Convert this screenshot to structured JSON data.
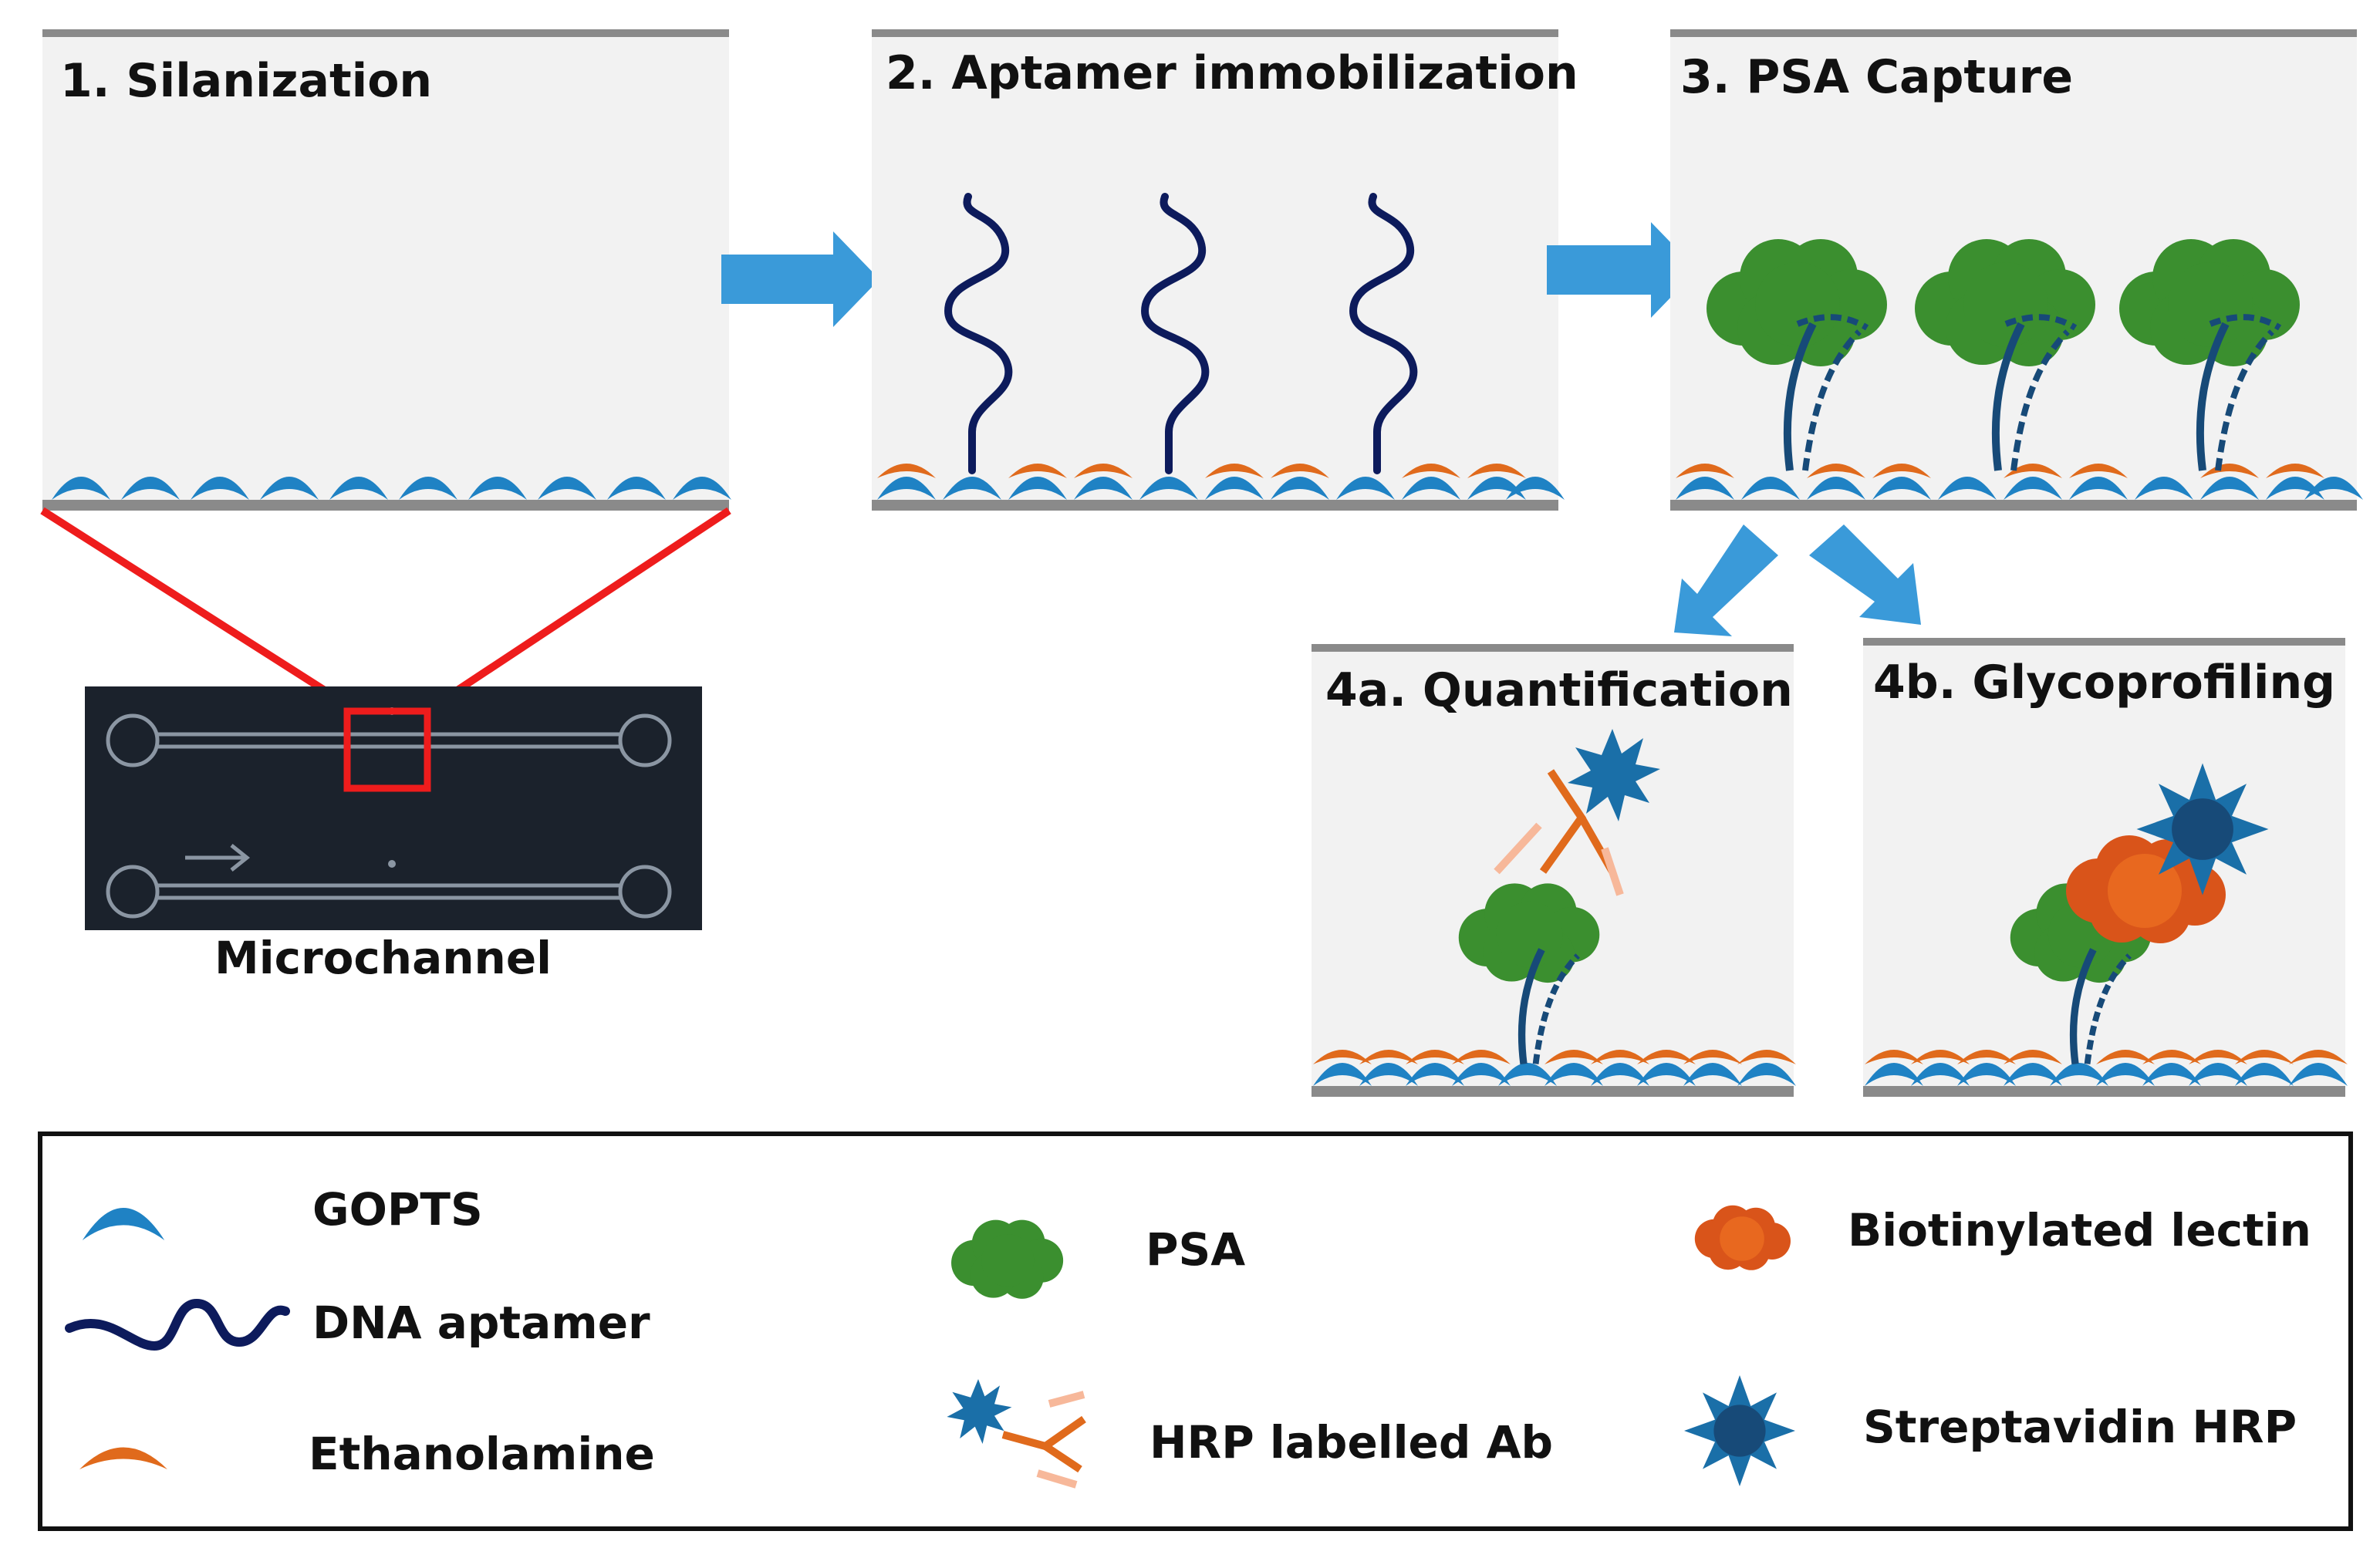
{
  "panels": {
    "silanization": "1. Silanization",
    "aptamer": "2. Aptamer immobilization",
    "capture": "3. PSA Capture",
    "quantification": "4a. Quantification",
    "glycoprofiling": "4b. Glycoprofiling"
  },
  "chip_label": "Microchannel",
  "legend": {
    "gopts": "GOPTS",
    "dna_aptamer": "DNA aptamer",
    "ethanolamine": "Ethanolamine",
    "psa": "PSA",
    "hrp_ab": "HRP labelled Ab",
    "lectin": "Biotinylated lectin",
    "streptavidin": "Streptavidin HRP"
  },
  "colors": {
    "gopts": "#1f82c4",
    "aptamer": "#0d1b5c",
    "ethanolamine": "#e06a1c",
    "psa": "#3b8f2f",
    "lectin": "#d9541a",
    "hrp": "#1a6fa8",
    "streptavidin": "#174a78",
    "arrow": "#3a9ad9",
    "panel_bg": "#f2f2f2",
    "zoom": "#ee1c1c",
    "chip": "#1b222c"
  }
}
